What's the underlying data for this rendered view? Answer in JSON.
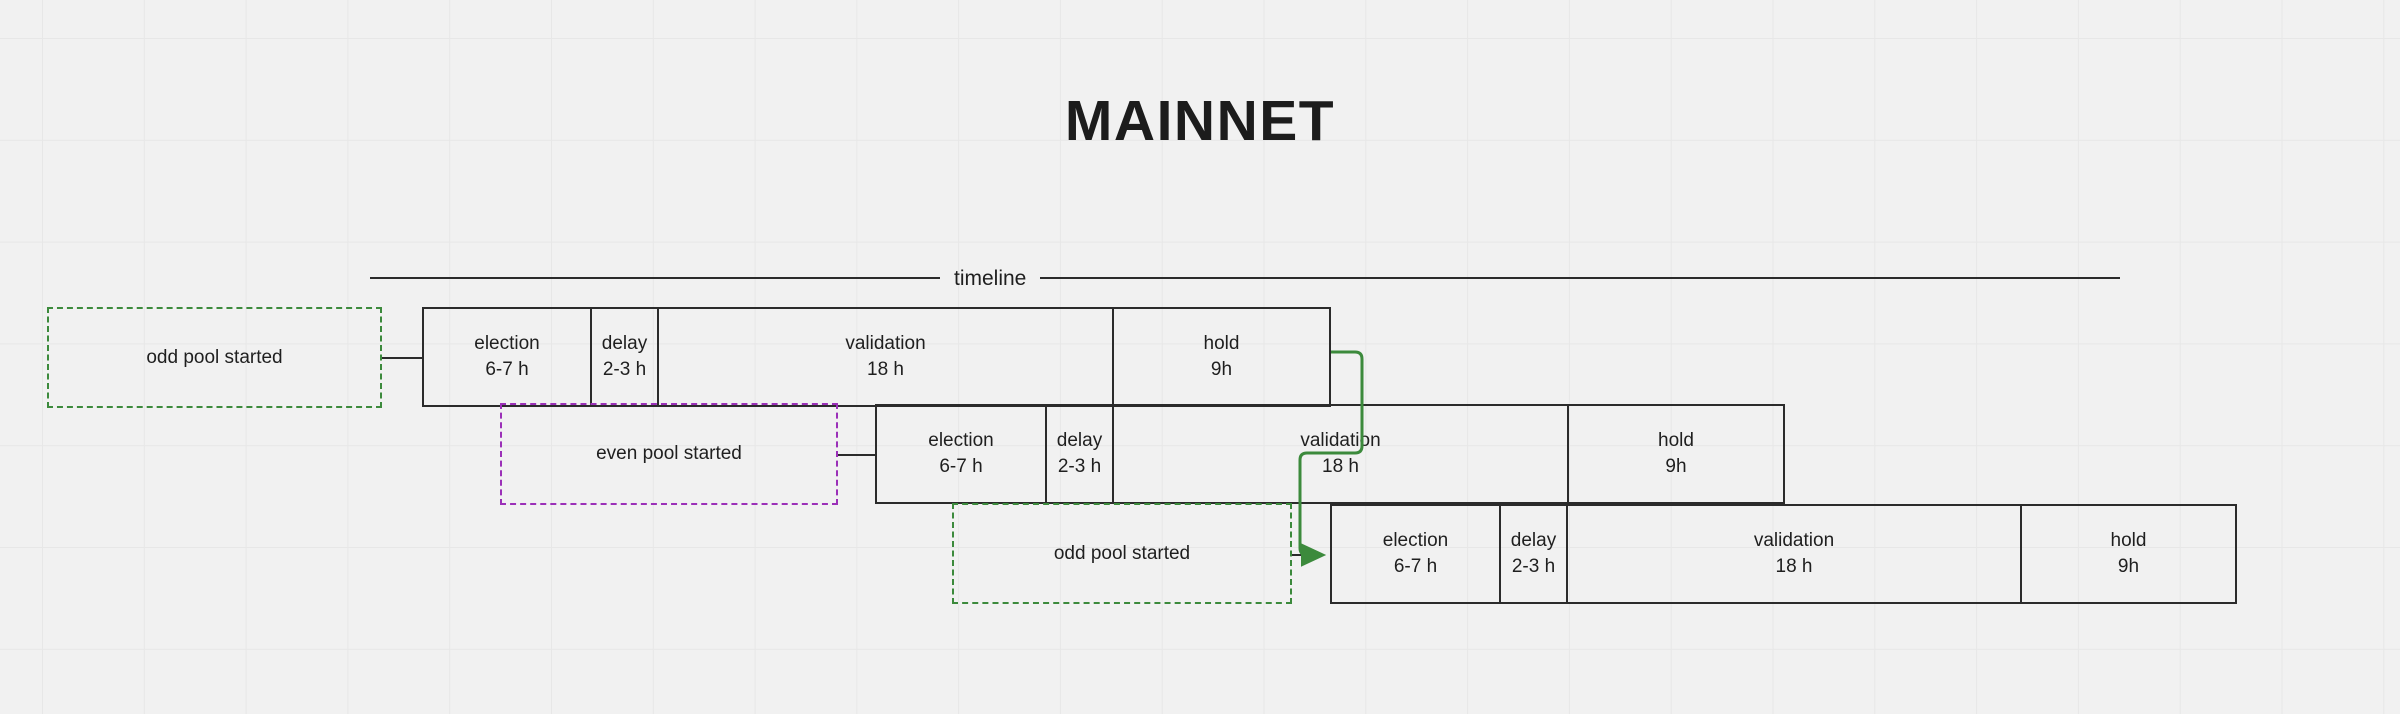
{
  "page": {
    "title": "MAINNET",
    "background_color": "#f1f1f1",
    "grid_color": "#e7e7e7"
  },
  "timeline": {
    "label": "timeline",
    "axis_color": "#2b2b2b"
  },
  "colors": {
    "box_border": "#2b2b2b",
    "odd_pool_note": "#3c8a3c",
    "even_pool_note": "#9b30b8",
    "arrow": "#3c8a3c"
  },
  "rows": [
    {
      "id": "row-1",
      "phases": [
        {
          "name": "election",
          "duration": "6-7 h"
        },
        {
          "name": "delay",
          "duration": "2-3 h"
        },
        {
          "name": "validation",
          "duration": "18 h"
        },
        {
          "name": "hold",
          "duration": "9h"
        }
      ]
    },
    {
      "id": "row-2",
      "phases": [
        {
          "name": "election",
          "duration": "6-7 h"
        },
        {
          "name": "delay",
          "duration": "2-3 h"
        },
        {
          "name": "validation",
          "duration": "18 h"
        },
        {
          "name": "hold",
          "duration": "9h"
        }
      ]
    },
    {
      "id": "row-3",
      "phases": [
        {
          "name": "election",
          "duration": "6-7 h"
        },
        {
          "name": "delay",
          "duration": "2-3 h"
        },
        {
          "name": "validation",
          "duration": "18 h"
        },
        {
          "name": "hold",
          "duration": "9h"
        }
      ]
    }
  ],
  "notes": [
    {
      "id": "note-1",
      "label": "odd pool started",
      "style": "green"
    },
    {
      "id": "note-2",
      "label": "even pool started",
      "style": "purple"
    },
    {
      "id": "note-3",
      "label": "odd pool started",
      "style": "green"
    }
  ]
}
